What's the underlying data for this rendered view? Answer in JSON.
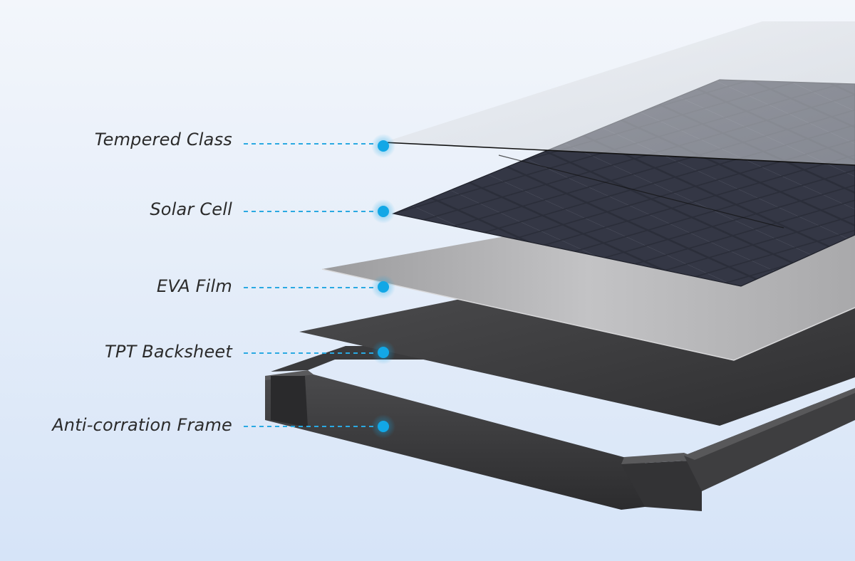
{
  "colors": {
    "callout": "#12a7e6",
    "callout_line": "#2aa9e2",
    "label_text": "#2b2b2b"
  },
  "layers": [
    {
      "label": "Tempered Class"
    },
    {
      "label": "Solar Cell"
    },
    {
      "label": "EVA Film"
    },
    {
      "label": "TPT Backsheet"
    },
    {
      "label": "Anti-corration Frame"
    }
  ]
}
